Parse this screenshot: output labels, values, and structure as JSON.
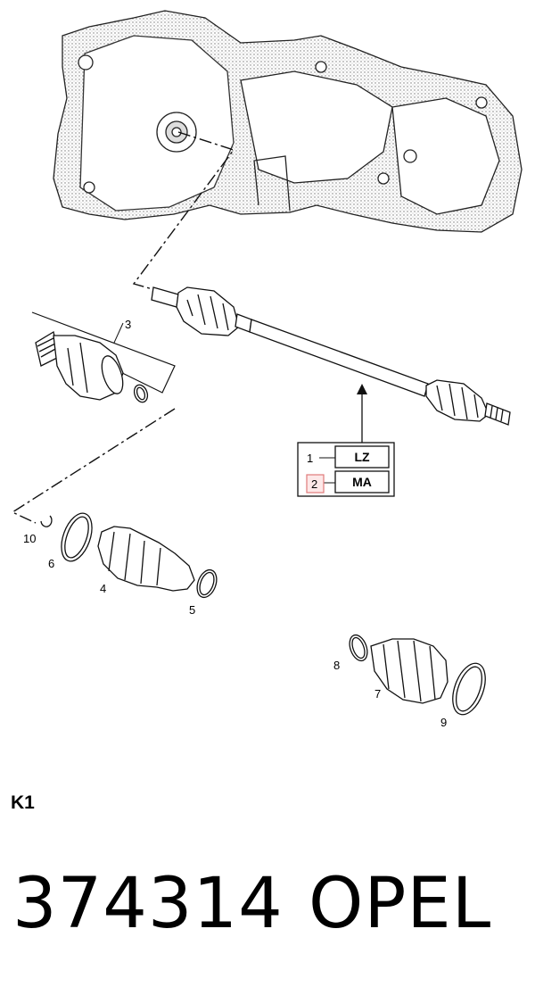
{
  "callouts": {
    "n1": "1",
    "n2": "2",
    "n3": "3",
    "n4": "4",
    "n5": "5",
    "n6": "6",
    "n7": "7",
    "n8": "8",
    "n9": "9",
    "n10": "10"
  },
  "table": {
    "row1": "LZ",
    "row2": "MA"
  },
  "highlight_color": "#e07a7a",
  "caption": "K1",
  "part_number": "374314",
  "brand": "OPEL"
}
